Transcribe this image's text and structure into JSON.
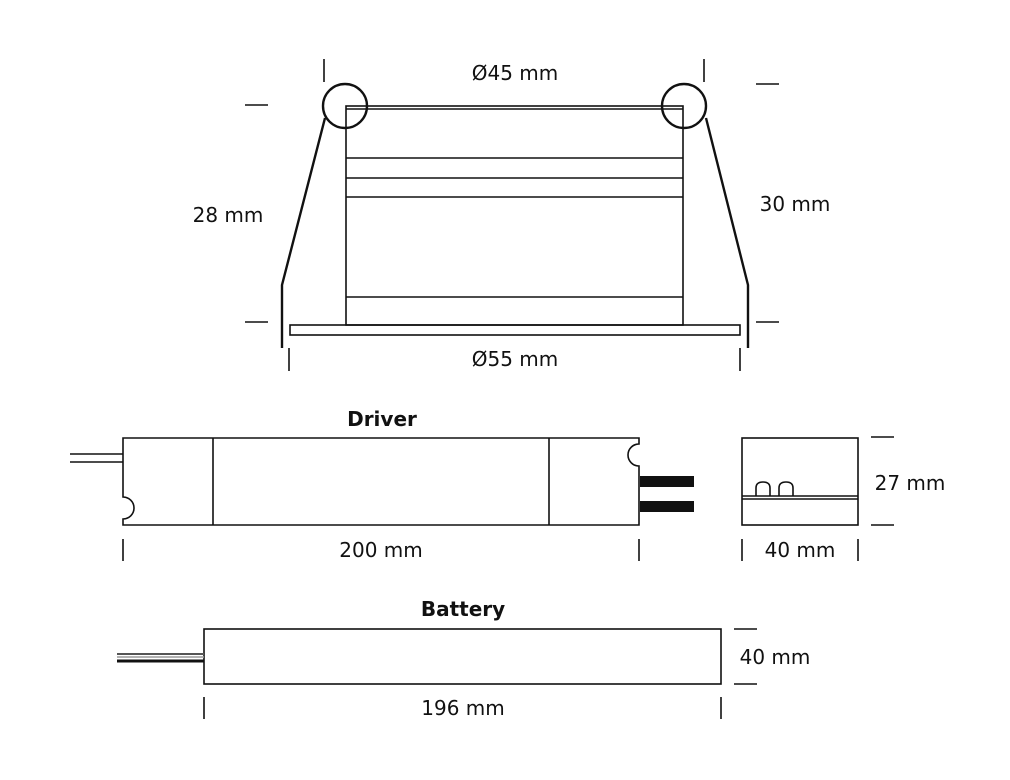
{
  "luminaire": {
    "top_diameter": "Ø45 mm",
    "bottom_diameter": "Ø55 mm",
    "left_height": "28 mm",
    "right_height": "30 mm"
  },
  "driver": {
    "title": "Driver",
    "length": "200 mm",
    "width": "40 mm",
    "height": "27 mm"
  },
  "battery": {
    "title": "Battery",
    "length": "196 mm",
    "height": "40 mm"
  }
}
